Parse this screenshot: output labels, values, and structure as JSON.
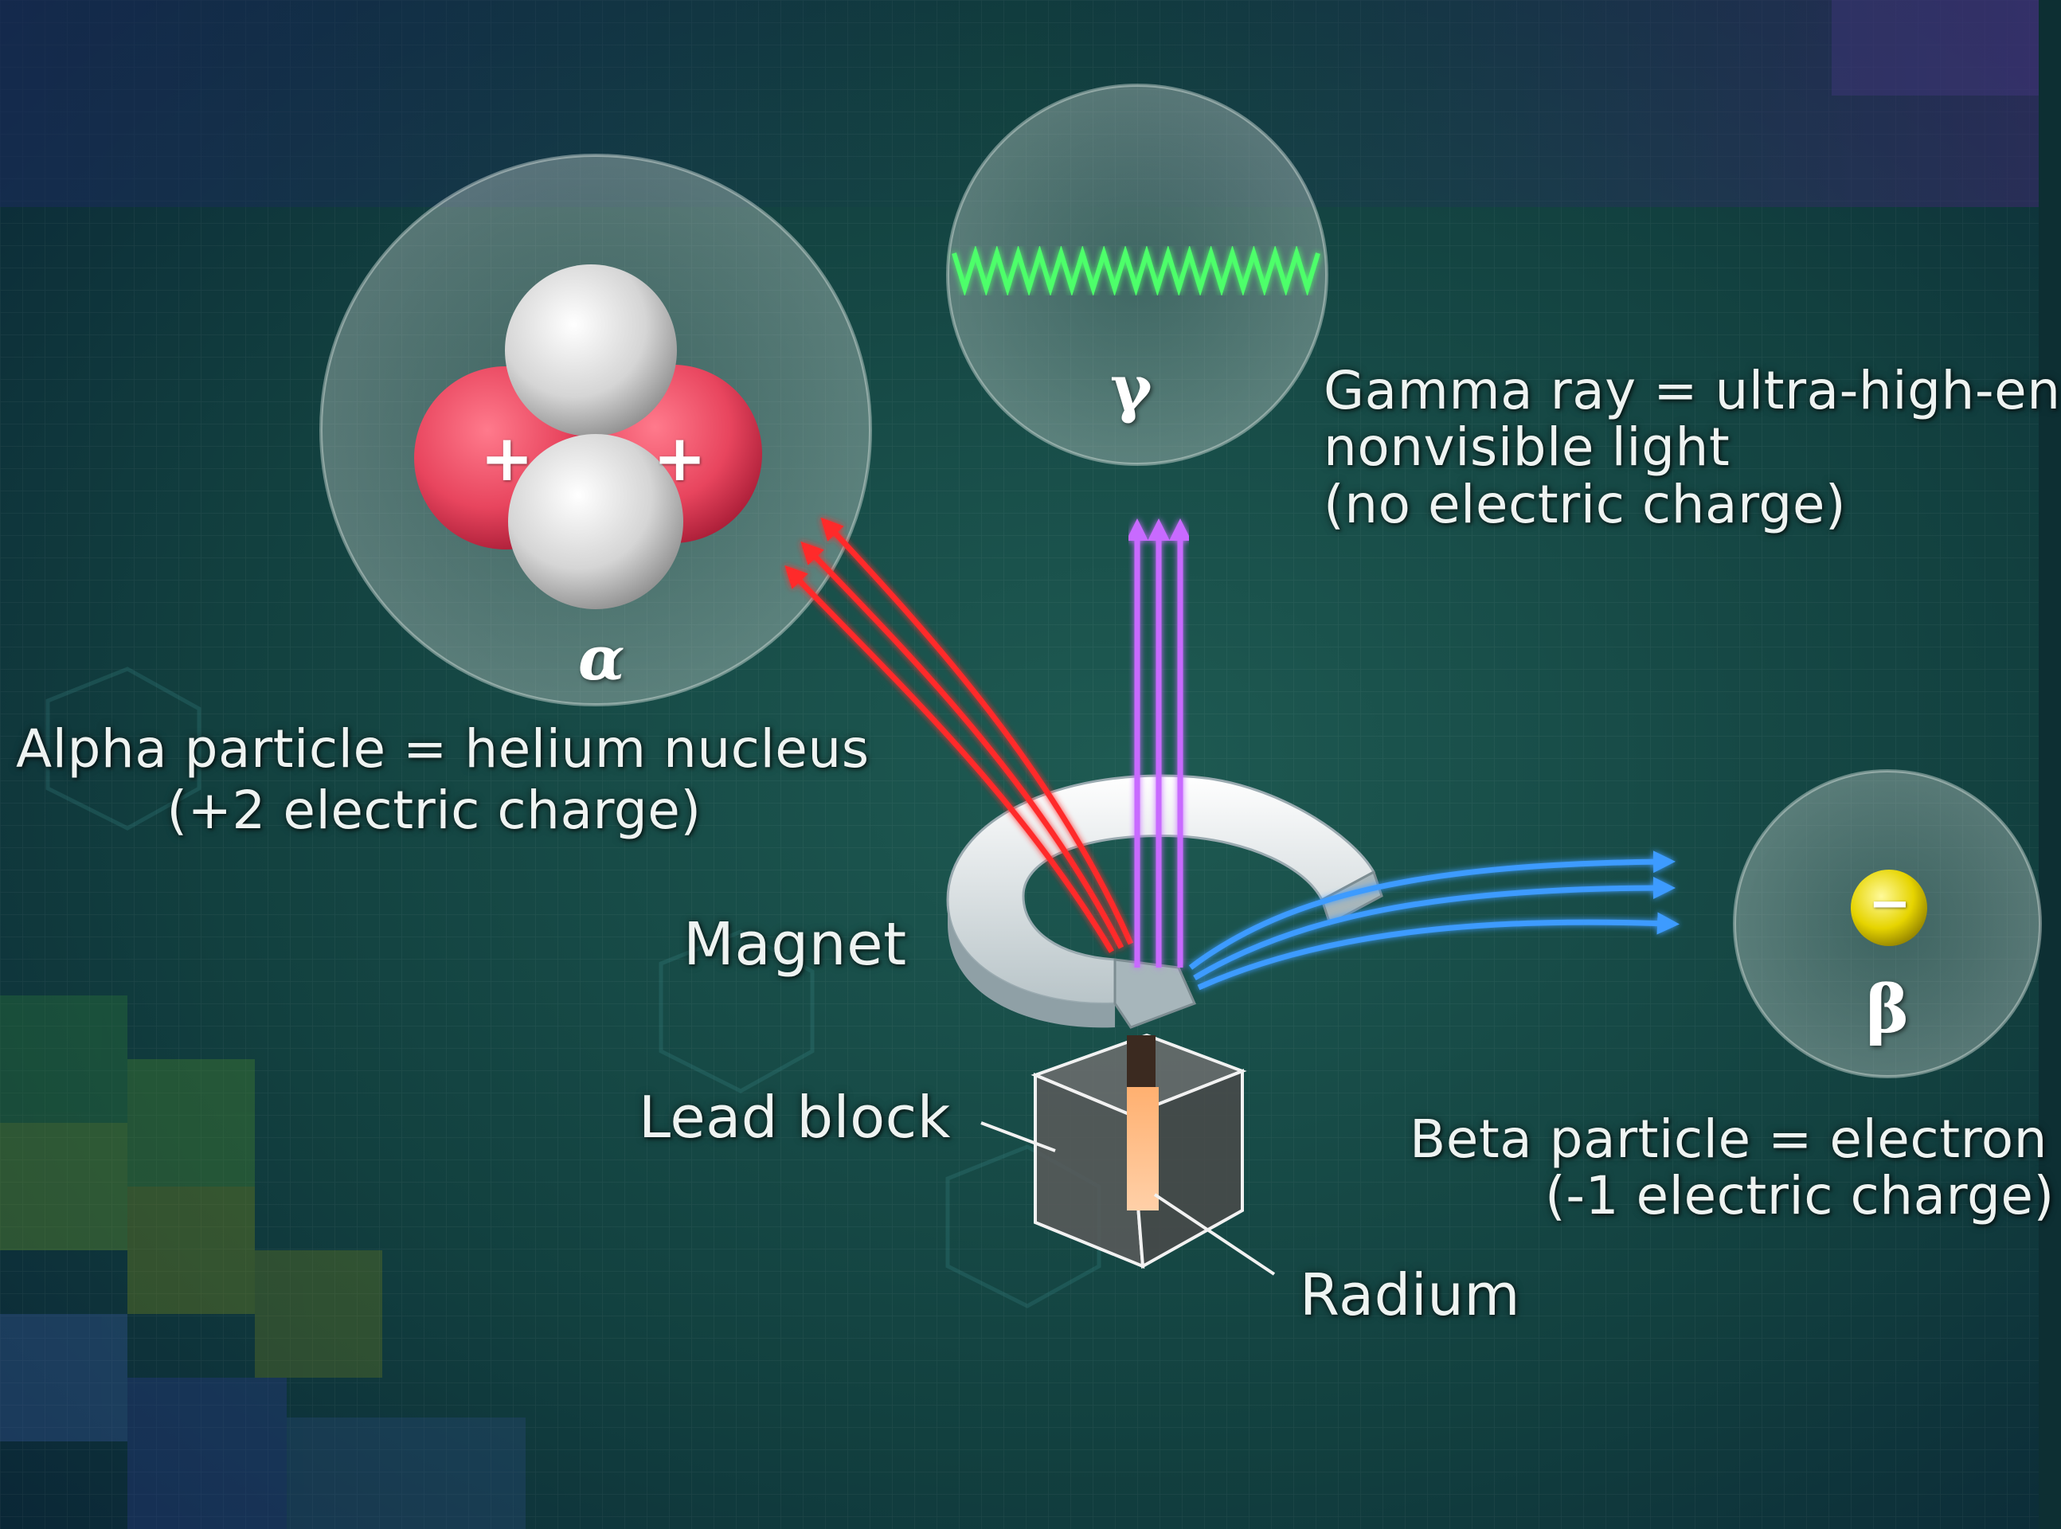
{
  "labels": {
    "gamma_line1": "Gamma ray = ultra-high-en",
    "gamma_line2": "nonvisible light",
    "gamma_line3": "(no electric charge)",
    "alpha_line1": "Alpha particle = helium nucleus",
    "alpha_line2": "(+2 electric charge)",
    "magnet": "Magnet",
    "lead_block": "Lead block",
    "radium": "Radium",
    "beta_line1": "Beta particle = electron",
    "beta_line2": "(-1 electric charge)"
  },
  "symbols": {
    "alpha": "α",
    "gamma": "γ",
    "beta": "β",
    "plus": "+",
    "minus": "−"
  },
  "colors": {
    "alpha_ray": "#ff2a2a",
    "gamma_ray": "#c86bff",
    "beta_ray": "#3d9bff",
    "gamma_wave": "#4dff6a",
    "proton": "#e8455e",
    "neutron": "#d9d9d9",
    "electron": "#e6d400"
  }
}
